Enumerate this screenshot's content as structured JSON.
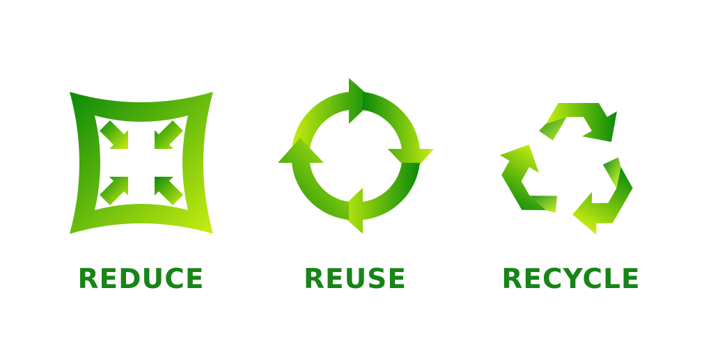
{
  "colors": {
    "dark_green": "#0a8a0a",
    "light_green": "#c8ee10",
    "label_green": "#178417"
  },
  "items": [
    {
      "label": "REDUCE",
      "icon": "reduce-icon"
    },
    {
      "label": "REUSE",
      "icon": "reuse-cycle-icon"
    },
    {
      "label": "RECYCLE",
      "icon": "recycle-icon"
    }
  ]
}
